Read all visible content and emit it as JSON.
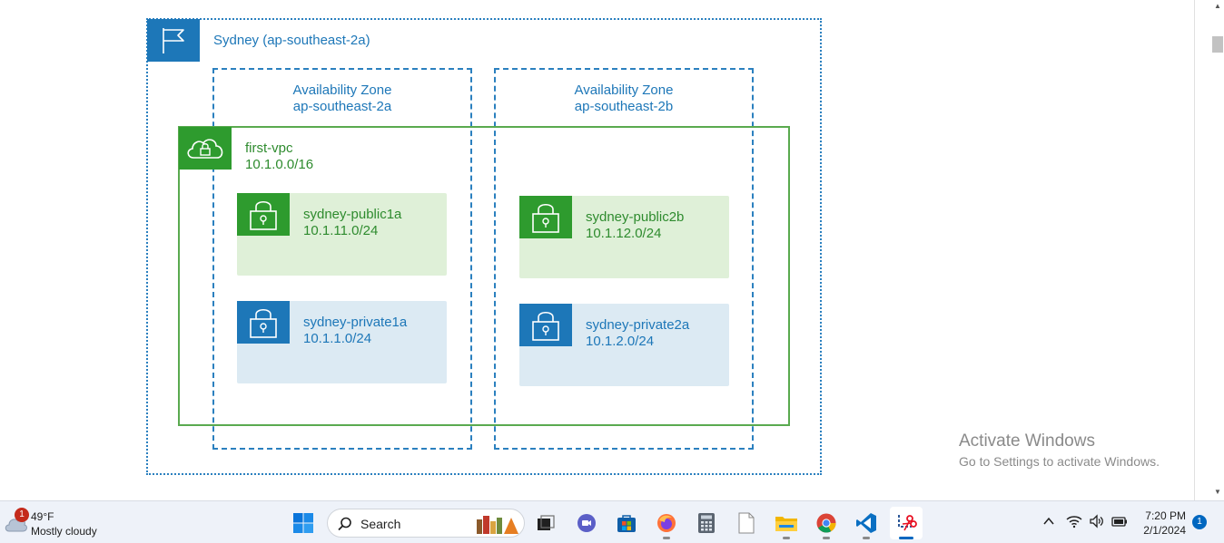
{
  "diagram": {
    "region": {
      "title": "Sydney (ap-southeast-2a)"
    },
    "availability_zones": [
      {
        "line1": "Availability Zone",
        "line2": "ap-southeast-2a"
      },
      {
        "line1": "Availability Zone",
        "line2": "ap-southeast-2b"
      }
    ],
    "vpc": {
      "name": "first-vpc",
      "cidr": "10.1.0.0/16"
    },
    "subnets": [
      {
        "name": "sydney-public1a",
        "cidr": "10.1.11.0/24",
        "kind": "public"
      },
      {
        "name": "sydney-public2b",
        "cidr": "10.1.12.0/24",
        "kind": "public"
      },
      {
        "name": "sydney-private1a",
        "cidr": "10.1.1.0/24",
        "kind": "private"
      },
      {
        "name": "sydney-private2a",
        "cidr": "10.1.2.0/24",
        "kind": "private"
      }
    ]
  },
  "watermark": {
    "title": "Activate Windows",
    "subtitle": "Go to Settings to activate Windows."
  },
  "taskbar": {
    "weather": {
      "badge": "1",
      "temp": "49°F",
      "desc": "Mostly cloudy",
      "icon": "cloud-icon"
    },
    "search": {
      "label": "Search"
    },
    "apps": [
      {
        "name": "start-button",
        "icon": "windows-logo-icon"
      },
      {
        "name": "task-view-button",
        "icon": "task-view-icon"
      },
      {
        "name": "teams-button",
        "icon": "video-chat-icon"
      },
      {
        "name": "store-button",
        "icon": "store-icon"
      },
      {
        "name": "firefox-button",
        "icon": "firefox-icon"
      },
      {
        "name": "calculator-button",
        "icon": "calculator-icon"
      },
      {
        "name": "notepad-button",
        "icon": "document-icon"
      },
      {
        "name": "file-explorer-button",
        "icon": "folder-icon"
      },
      {
        "name": "chrome-button",
        "icon": "chrome-icon"
      },
      {
        "name": "vscode-button",
        "icon": "vscode-icon"
      },
      {
        "name": "snipping-tool-button",
        "icon": "snipping-tool-icon"
      }
    ],
    "clock": {
      "time": "7:20 PM",
      "date": "2/1/2024"
    },
    "notifications": "1"
  },
  "colors": {
    "aws_blue": "#1d77b8",
    "aws_green": "#2e9b2e",
    "public_subnet_bg": "#dff0d8",
    "private_subnet_bg": "#dceaf3",
    "taskbar_bg": "#eef2f9"
  }
}
